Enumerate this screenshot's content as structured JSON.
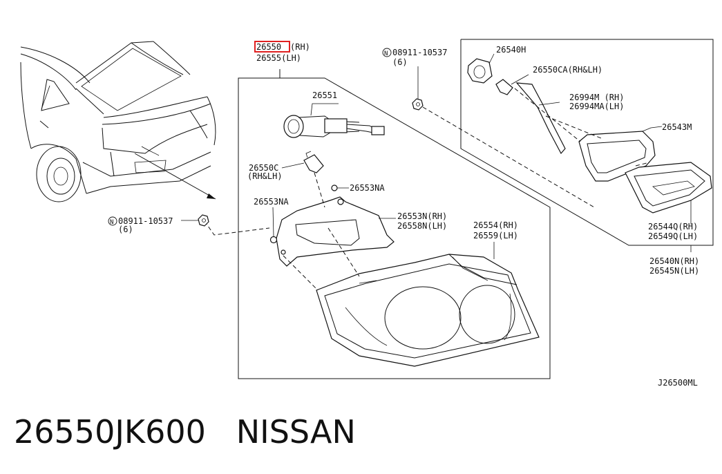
{
  "callouts": {
    "part_main_rh": "26550",
    "part_main_rh_side": "(RH)",
    "part_main_lh": "26555(LH)",
    "nut_left_code": "08911-10537",
    "nut_left_qty": "(6)",
    "nut_right_code": "08911-10537",
    "nut_right_qty": "(6)",
    "socket_harness": "26551",
    "bulb_main": "26550C",
    "bulb_main_side": "(RH&LH)",
    "nut_na_upper": "26553NA",
    "nut_na_lower": "26553NA",
    "gasket_rh": "26553N(RH)",
    "gasket_lh": "26558N(LH)",
    "lens_rh": "26554(RH)",
    "lens_lh": "26559(LH)",
    "socket_inner": "26540H",
    "bulb_inner": "26550CA(RH&LH)",
    "reflector_rh": "26994M  (RH)",
    "reflector_lh": "26994MA(LH)",
    "inner_gasket": "26543M",
    "inner_lens_rh": "26544Q(RH)",
    "inner_lens_lh": "26549Q(LH)",
    "inner_lamp_rh": "26540N(RH)",
    "inner_lamp_lh": "26545N(LH)",
    "diagram_code": "J26500ML"
  },
  "highlight_color": "#e02020",
  "caption": {
    "part_number": "26550JK600",
    "brand": "NISSAN"
  }
}
